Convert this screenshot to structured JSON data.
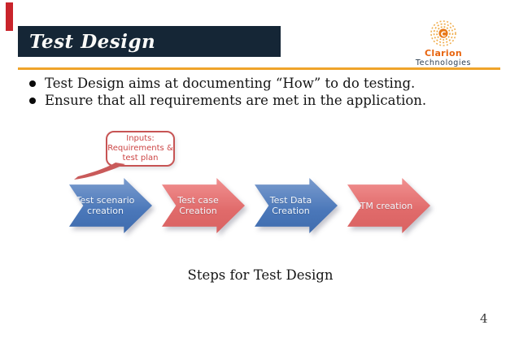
{
  "slide": {
    "title": "Test Design",
    "caption": "Steps for Test Design",
    "page_number": "4"
  },
  "logo": {
    "name": "Clarion",
    "subtitle": "Technologies"
  },
  "bullets": [
    "Test Design aims at documenting “How” to do testing.",
    "Ensure that all requirements are met in the application."
  ],
  "callout": {
    "line1": "Inputs:",
    "line2": "Requirements &",
    "line3": "test plan"
  },
  "process_steps": [
    {
      "line1": "Test scenario",
      "line2": "creation",
      "color": "blue"
    },
    {
      "line1": "Test case",
      "line2": "Creation",
      "color": "red"
    },
    {
      "line1": "Test Data",
      "line2": "Creation",
      "color": "blue"
    },
    {
      "line1": "RTM creation",
      "line2": "",
      "color": "red"
    }
  ],
  "colors": {
    "accent_bar_red": "#c9242b",
    "title_bg_navy": "#152636",
    "underline_orange": "#efa32a",
    "logo_orange": "#e8650f",
    "logo_navy": "#2c3e50",
    "arrow_blue": "#4a77b9",
    "arrow_red": "#e06a6a",
    "callout_red": "#c75454"
  }
}
